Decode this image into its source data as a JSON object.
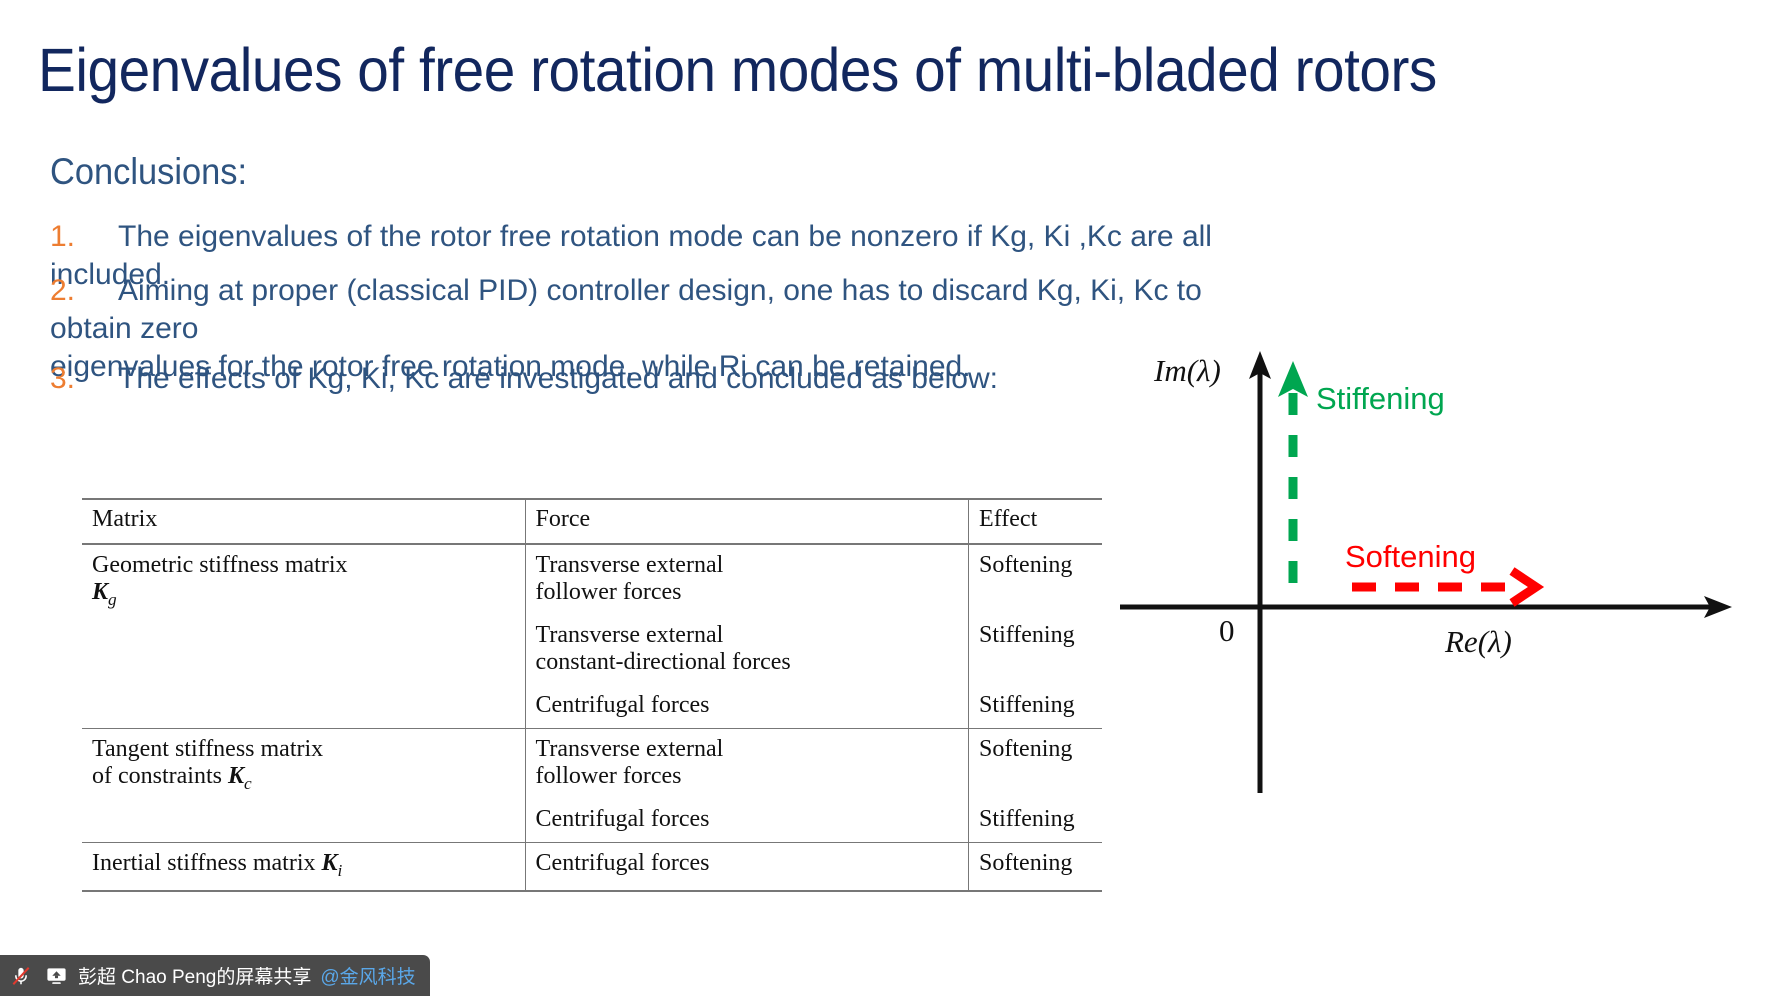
{
  "slide": {
    "title": "Eigenvalues of free rotation modes of multi-bladed rotors",
    "heading": "Conclusions:",
    "title_color": "#12275e",
    "body_color": "#2f5480",
    "number_color": "#ED7D31",
    "items": [
      {
        "number": "1.",
        "text": "The eigenvalues of the rotor free rotation mode can be nonzero if Kg, Ki ,Kc are all included."
      },
      {
        "number": "2.",
        "line1": "Aiming at proper (classical PID) controller design, one has to discard Kg, Ki, Kc to obtain zero",
        "line2": "eigenvalues for the rotor free rotation mode, while Ri can be retained."
      },
      {
        "number": "3.",
        "text": "The effects of Kg, Ki, Kc are investigated and concluded as below:"
      }
    ]
  },
  "table": {
    "headers": [
      "Matrix",
      "Force",
      "Effect"
    ],
    "rows": [
      {
        "matrix_line1": "Geometric stiffness matrix",
        "matrix_sym": "K",
        "matrix_sub": "g",
        "entries": [
          {
            "force_line1": "Transverse external",
            "force_line2": "follower forces",
            "effect": "Softening"
          },
          {
            "force_line1": "Transverse external",
            "force_line2": "constant-directional forces",
            "effect": "Stiffening"
          },
          {
            "force_line1": "Centrifugal forces",
            "force_line2": "",
            "effect": "Stiffening"
          }
        ]
      },
      {
        "matrix_line1": "Tangent stiffness matrix",
        "matrix_line2": "of constraints",
        "matrix_sym": "K",
        "matrix_sub": "c",
        "entries": [
          {
            "force_line1": "Transverse external",
            "force_line2": "follower forces",
            "effect": "Softening"
          },
          {
            "force_line1": "Centrifugal forces",
            "force_line2": "",
            "effect": "Stiffening"
          }
        ]
      },
      {
        "matrix_line1": "Inertial stiffness matrix",
        "matrix_sym": "K",
        "matrix_sub": "i",
        "entries": [
          {
            "force_line1": "Centrifugal forces",
            "force_line2": "",
            "effect": "Softening"
          }
        ]
      }
    ]
  },
  "diagram": {
    "type": "annotated-axes",
    "im_axis_label": "Im(λ)",
    "re_axis_label": "Re(λ)",
    "origin_label": "0",
    "annotations": [
      {
        "label": "Stiffening",
        "color": "#00A650",
        "direction": "up",
        "style": "dashed-arrow"
      },
      {
        "label": "Softening",
        "color": "#FF0000",
        "direction": "right",
        "style": "dashed-arrow"
      }
    ]
  },
  "share_bar": {
    "user_text": "彭超 Chao Peng的屏幕共享",
    "org_text": "@金风科技",
    "mic_icon": "microphone-muted-icon",
    "screen_icon": "screen-share-icon",
    "background": "#4a4a4a"
  }
}
